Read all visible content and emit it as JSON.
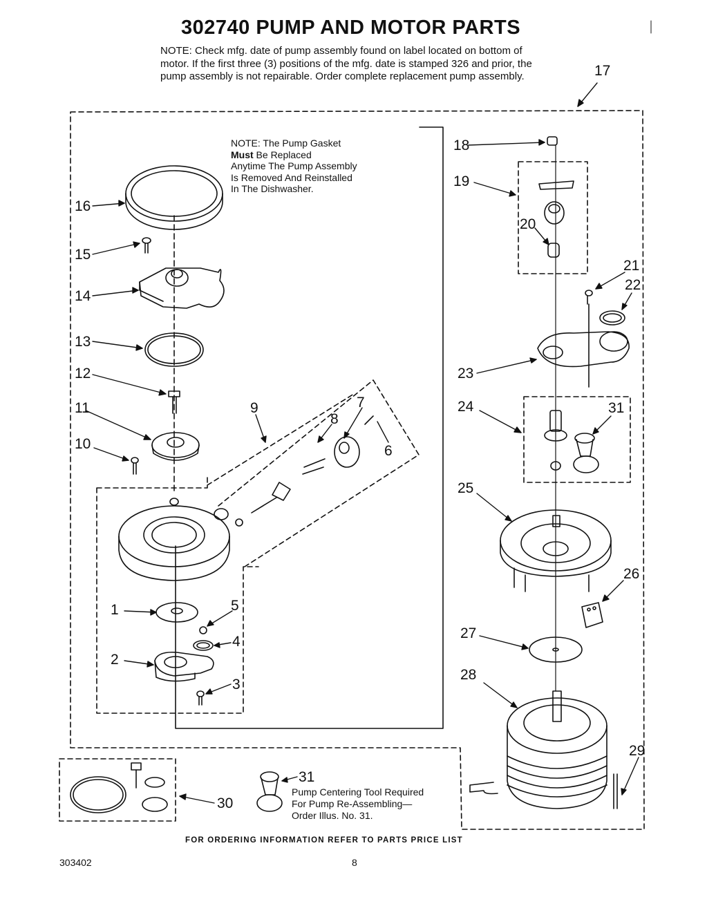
{
  "title": "302740 PUMP AND MOTOR PARTS",
  "top_note": "NOTE:   Check mfg. date of pump assembly found on label located on bottom of motor. If the first three (3) positions of the mfg. date is stamped 326 and prior, the pump assembly is not repairable. Order complete replacement pump assembly.",
  "gasket_note": {
    "line1": "NOTE: The Pump Gasket",
    "line2_bold": "Must",
    "line2_rest": " Be Replaced",
    "line3": "Anytime The Pump Assembly",
    "line4": "Is Removed And Reinstalled",
    "line5": "In The Dishwasher."
  },
  "tool_note": {
    "line1": "Pump Centering Tool Required",
    "line2": "For Pump Re-Assembling—",
    "line3": "Order Illus. No. 31."
  },
  "footer": "FOR ORDERING INFORMATION REFER TO PARTS PRICE LIST",
  "doc_number": "303402",
  "page_number": "8",
  "callouts": {
    "c1": "1",
    "c2": "2",
    "c3": "3",
    "c4": "4",
    "c5": "5",
    "c6": "6",
    "c7": "7",
    "c8": "8",
    "c9": "9",
    "c10": "10",
    "c11": "11",
    "c12": "12",
    "c13": "13",
    "c14": "14",
    "c15": "15",
    "c16": "16",
    "c17": "17",
    "c18": "18",
    "c19": "19",
    "c20": "20",
    "c21": "21",
    "c22": "22",
    "c23": "23",
    "c24": "24",
    "c25": "25",
    "c26": "26",
    "c27": "27",
    "c28": "28",
    "c29": "29",
    "c30": "30",
    "c31a": "31",
    "c31b": "31"
  }
}
